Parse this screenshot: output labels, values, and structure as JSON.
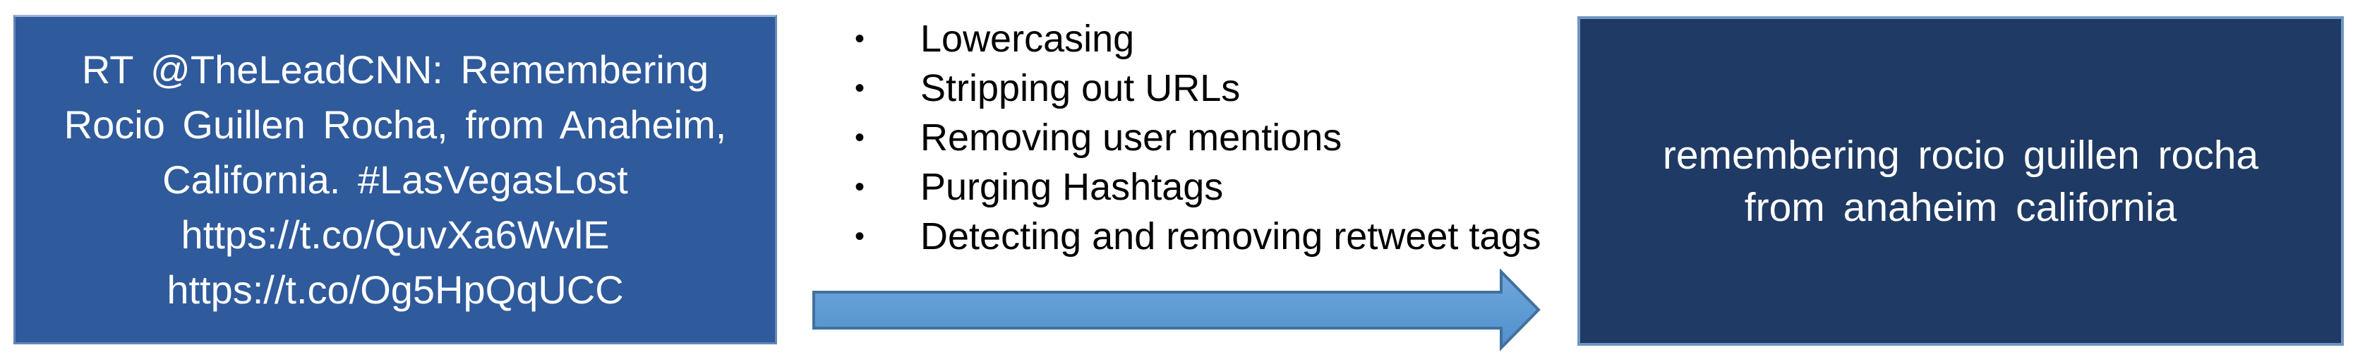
{
  "input_box": {
    "lines": [
      "RT @TheLeadCNN: Remembering",
      "Rocio Guillen Rocha, from Anaheim,",
      "California. #LasVegasLost",
      "https://t.co/QuvXa6WvlE",
      "https://t.co/Og5HpQqUCC"
    ],
    "fill_color": "#2F5A9C",
    "text_color": "#FFFFFF"
  },
  "steps": {
    "bullet_glyph": "•",
    "items": [
      "Lowercasing",
      "Stripping out URLs",
      "Removing user mentions",
      "Purging Hashtags",
      "Detecting and removing retweet tags"
    ],
    "text_color": "#000000"
  },
  "arrow": {
    "direction": "right",
    "fill_color": "#5B9BD5",
    "border_color": "#41719C"
  },
  "output_box": {
    "lines": [
      "remembering rocio guillen rocha",
      "from anaheim california"
    ],
    "fill_color": "#1F3A64",
    "border_color": "#6E96C2",
    "text_color": "#FFFFFF"
  }
}
